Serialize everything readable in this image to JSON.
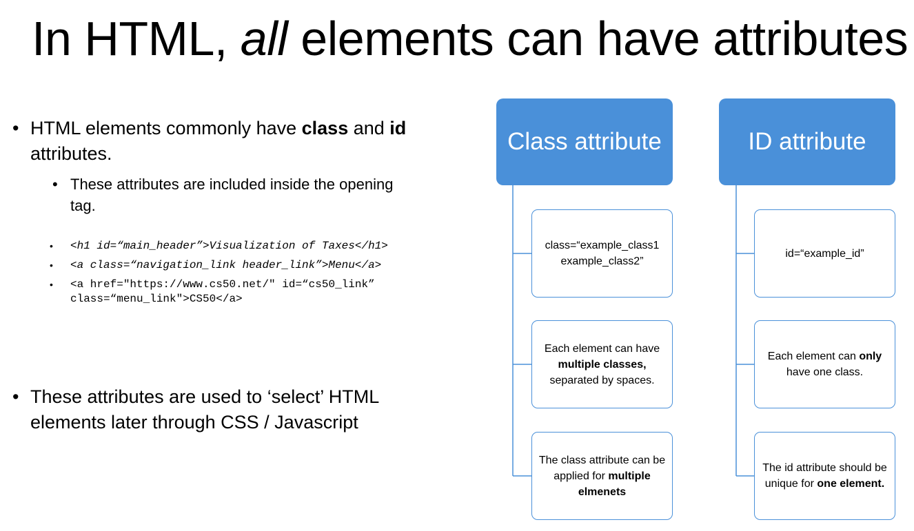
{
  "slide": {
    "title_part1": "In HTML, ",
    "title_em": "all",
    "title_part2": " elements can have attributes",
    "bullets": {
      "b1_pre": "HTML elements commonly have ",
      "b1_class": "class",
      "b1_mid": " and ",
      "b1_id": "id",
      "b1_post": " attributes.",
      "b2": "These attributes are included inside the opening tag.",
      "code": [
        {
          "a": "<h1 id=“main_header”>Visualization of Taxes</h1>"
        },
        {
          "a": "<a class=“navigation_link header_link”>Menu</a>"
        },
        {
          "a": "<a href=\"https://www.cs50.net/\" id=“cs50_link” class=“menu_link\">CS50</a>"
        }
      ],
      "b3": "These attributes are used to ‘select’ HTML elements later through CSS / Javascript"
    }
  },
  "diagram": {
    "class_header": "Class attribute",
    "id_header": "ID attribute",
    "class_cards": {
      "c1": "class=“example_class1 example_class2”",
      "c2_pre": "Each element can have ",
      "c2_bold": "multiple classes,",
      "c2_post": " separated by spaces.",
      "c3_pre": "The class attribute can be applied for ",
      "c3_bold": "multiple elmenets"
    },
    "id_cards": {
      "c1": "id=“example_id”",
      "c2_pre": "Each element can ",
      "c2_bold": "only",
      "c2_post": " have one class.",
      "c3_pre": "The id attribute should be unique for ",
      "c3_bold": "one element."
    },
    "colors": {
      "header_fill": "#4a90d9",
      "card_border": "#4a90d9",
      "connector": "#4a90d9"
    }
  }
}
